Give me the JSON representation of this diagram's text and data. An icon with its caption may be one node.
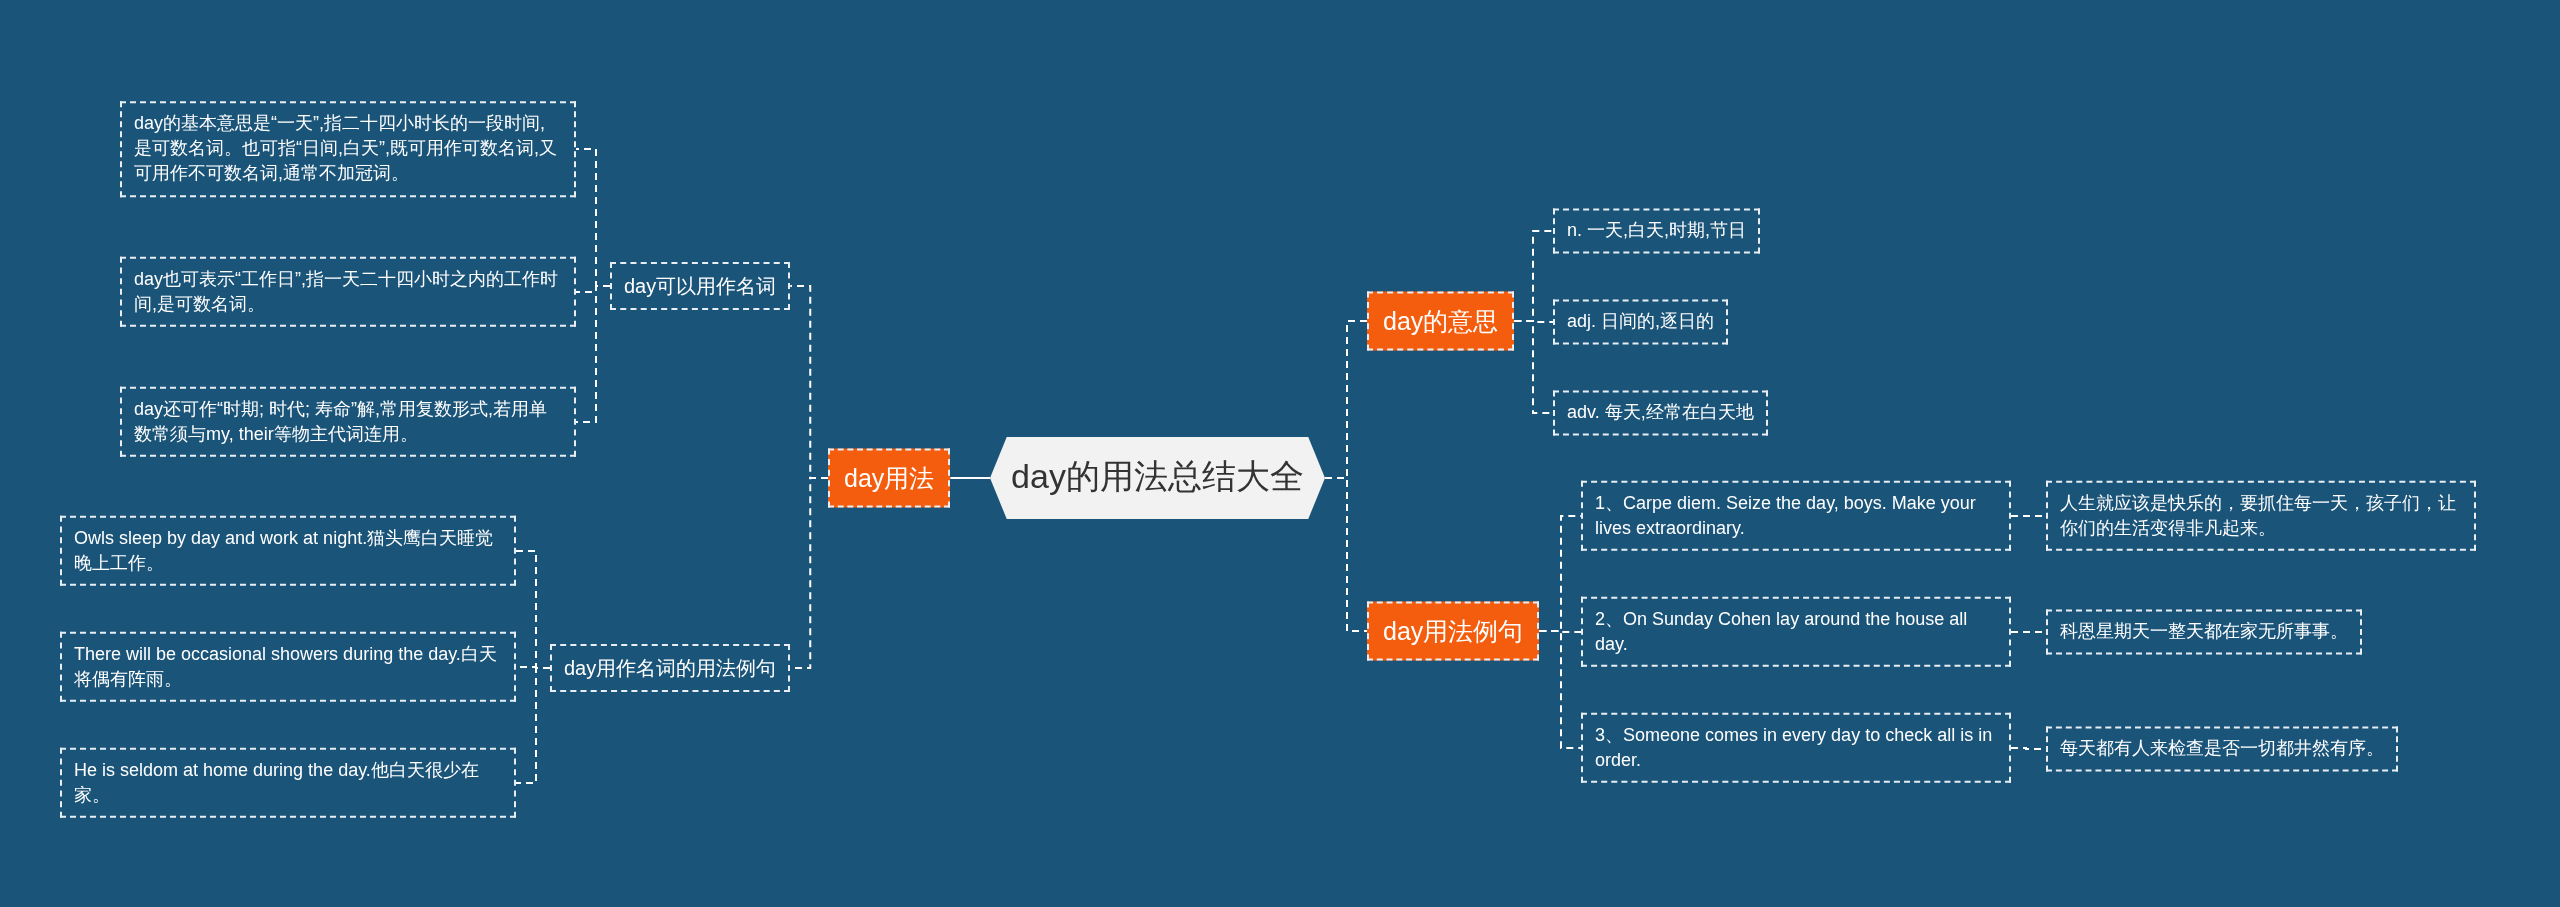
{
  "diagram": {
    "nodes": [
      {
        "text": [
          "day的用法总结大全"
        ]
      },
      {
        "text": [
          "day用法"
        ]
      },
      {
        "text": [
          "day可以用作名词"
        ]
      },
      {
        "text": [
          "day的基本意思是“一天”,指二十四小时长的一段时间,是可数名词。也可指“日间,白天”,既可用作可数名词,又可用作不可数名词,通常不加冠词。"
        ]
      },
      {
        "text": [
          "day也可表示“工作日”,指一天二十四小时之内的工作时间,是可数名词。"
        ]
      },
      {
        "text": [
          "day还可作“时期; 时代; 寿命”解,常用复数形式,若用单数常须与my, their等物主代词连用。"
        ]
      },
      {
        "text": [
          "day用作名词的用法例句"
        ]
      },
      {
        "text": [
          "Owls sleep by day and work at night.猫头鹰白天睡觉晚上工作。"
        ]
      },
      {
        "text": [
          "There will be occasional showers during the day.白天将偶有阵雨。"
        ]
      },
      {
        "text": [
          "He is seldom at home during the day.他白天很少在家。"
        ]
      },
      {
        "text": [
          "day的意思"
        ]
      },
      {
        "text": [
          "n. 一天,白天,时期,节日"
        ]
      },
      {
        "text": [
          "adj. 日间的,逐日的"
        ]
      },
      {
        "text": [
          "adv. 每天,经常在白天地"
        ]
      },
      {
        "text": [
          "day用法例句"
        ]
      },
      {
        "text": [
          "1、Carpe diem. Seize the day, boys. Make your lives extraordinary."
        ]
      },
      {
        "text": [
          "人生就应该是快乐的，要抓住每一天，孩子们，让你们的生活变得非凡起来。"
        ]
      },
      {
        "text": [
          "2、On Sunday Cohen lay around the house all day."
        ]
      },
      {
        "text": [
          "科恩星期天一整天都在家无所事事。"
        ]
      },
      {
        "text": [
          "3、Someone comes in every day to check all is in order."
        ]
      },
      {
        "text": [
          "每天都有人来检查是否一切都井然有序。"
        ]
      }
    ],
    "edges": [
      {
        "from": 0,
        "to": 1,
        "arrow": "none"
      },
      {
        "from": 1,
        "to": 2,
        "arrow": "none",
        "style": "dashed"
      },
      {
        "from": 2,
        "to": 3,
        "arrow": "none",
        "style": "dashed"
      },
      {
        "from": 2,
        "to": 4,
        "arrow": "none",
        "style": "dashed"
      },
      {
        "from": 2,
        "to": 5,
        "arrow": "none",
        "style": "dashed"
      },
      {
        "from": 1,
        "to": 6,
        "arrow": "none",
        "style": "dashed"
      },
      {
        "from": 6,
        "to": 7,
        "arrow": "none",
        "style": "dashed"
      },
      {
        "from": 6,
        "to": 8,
        "arrow": "none",
        "style": "dashed"
      },
      {
        "from": 6,
        "to": 9,
        "arrow": "none",
        "style": "dashed"
      },
      {
        "from": 0,
        "to": 10,
        "arrow": "none",
        "style": "dashed"
      },
      {
        "from": 10,
        "to": 11,
        "arrow": "none",
        "style": "dashed"
      },
      {
        "from": 10,
        "to": 12,
        "arrow": "none",
        "style": "dashed"
      },
      {
        "from": 10,
        "to": 13,
        "arrow": "none",
        "style": "dashed"
      },
      {
        "from": 0,
        "to": 14,
        "arrow": "none",
        "style": "dashed"
      },
      {
        "from": 14,
        "to": 15,
        "arrow": "none",
        "style": "dashed"
      },
      {
        "from": 14,
        "to": 17,
        "arrow": "none",
        "style": "dashed"
      },
      {
        "from": 14,
        "to": 19,
        "arrow": "none",
        "style": "dashed"
      },
      {
        "from": 15,
        "to": 16,
        "arrow": "none",
        "style": "dashed"
      },
      {
        "from": 17,
        "to": 18,
        "arrow": "none",
        "style": "dashed"
      },
      {
        "from": 19,
        "to": 20,
        "arrow": "none",
        "style": "dashed"
      }
    ]
  }
}
